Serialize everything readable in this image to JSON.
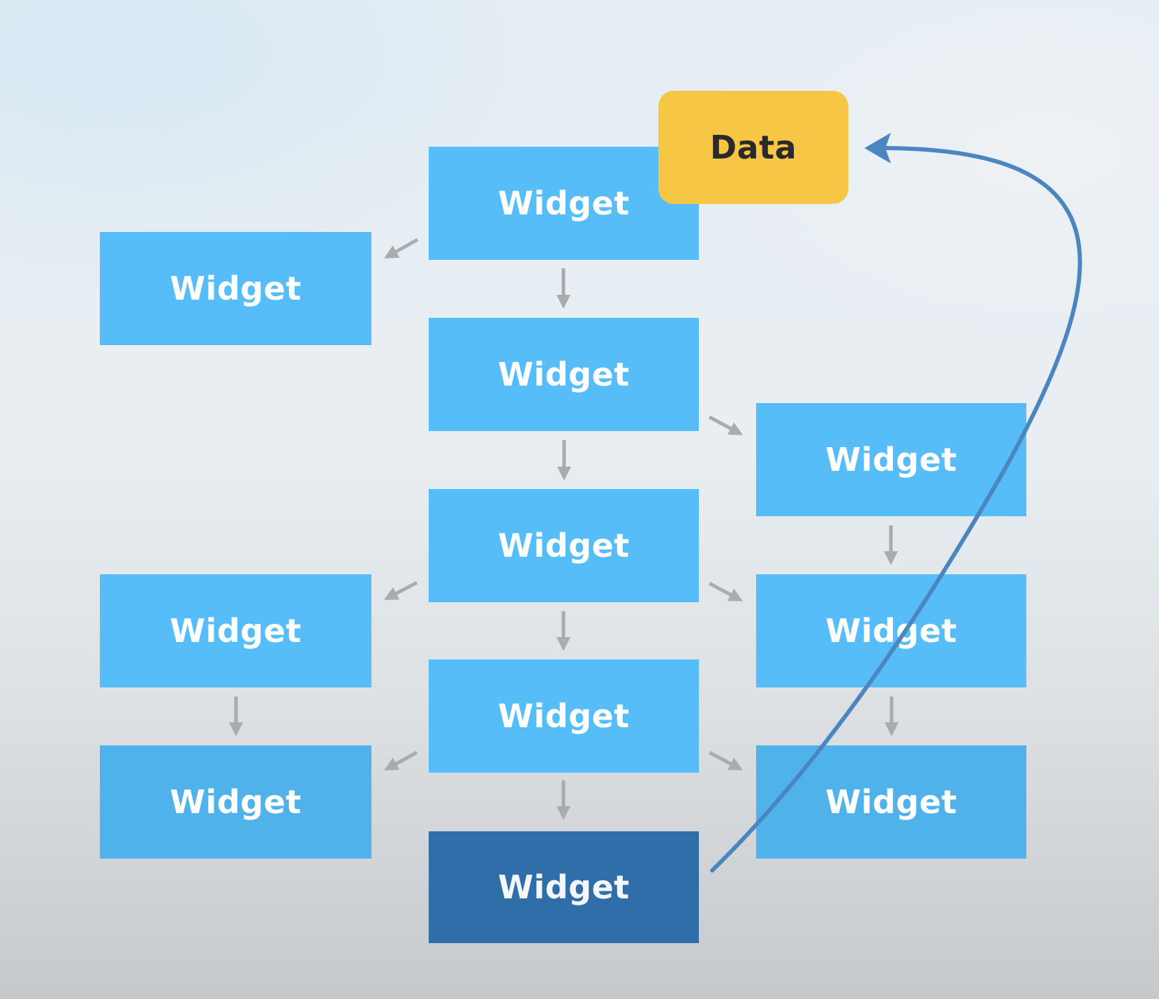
{
  "diagram": {
    "data_label": "Data",
    "widgets": [
      {
        "id": "w-top",
        "label": "Widget"
      },
      {
        "id": "w-left-1",
        "label": "Widget"
      },
      {
        "id": "w-center-2",
        "label": "Widget"
      },
      {
        "id": "w-right-1",
        "label": "Widget"
      },
      {
        "id": "w-center-3",
        "label": "Widget"
      },
      {
        "id": "w-left-2",
        "label": "Widget"
      },
      {
        "id": "w-right-2",
        "label": "Widget"
      },
      {
        "id": "w-center-4",
        "label": "Widget"
      },
      {
        "id": "w-left-3",
        "label": "Widget"
      },
      {
        "id": "w-right-3",
        "label": "Widget"
      },
      {
        "id": "w-bottom",
        "label": "Widget"
      }
    ]
  },
  "colors": {
    "widget": "#56bdf8",
    "widget_highlight": "#2f6ea9",
    "data": "#f7c644",
    "arrow": "#a9abad",
    "data_flow": "#4c86c0"
  }
}
